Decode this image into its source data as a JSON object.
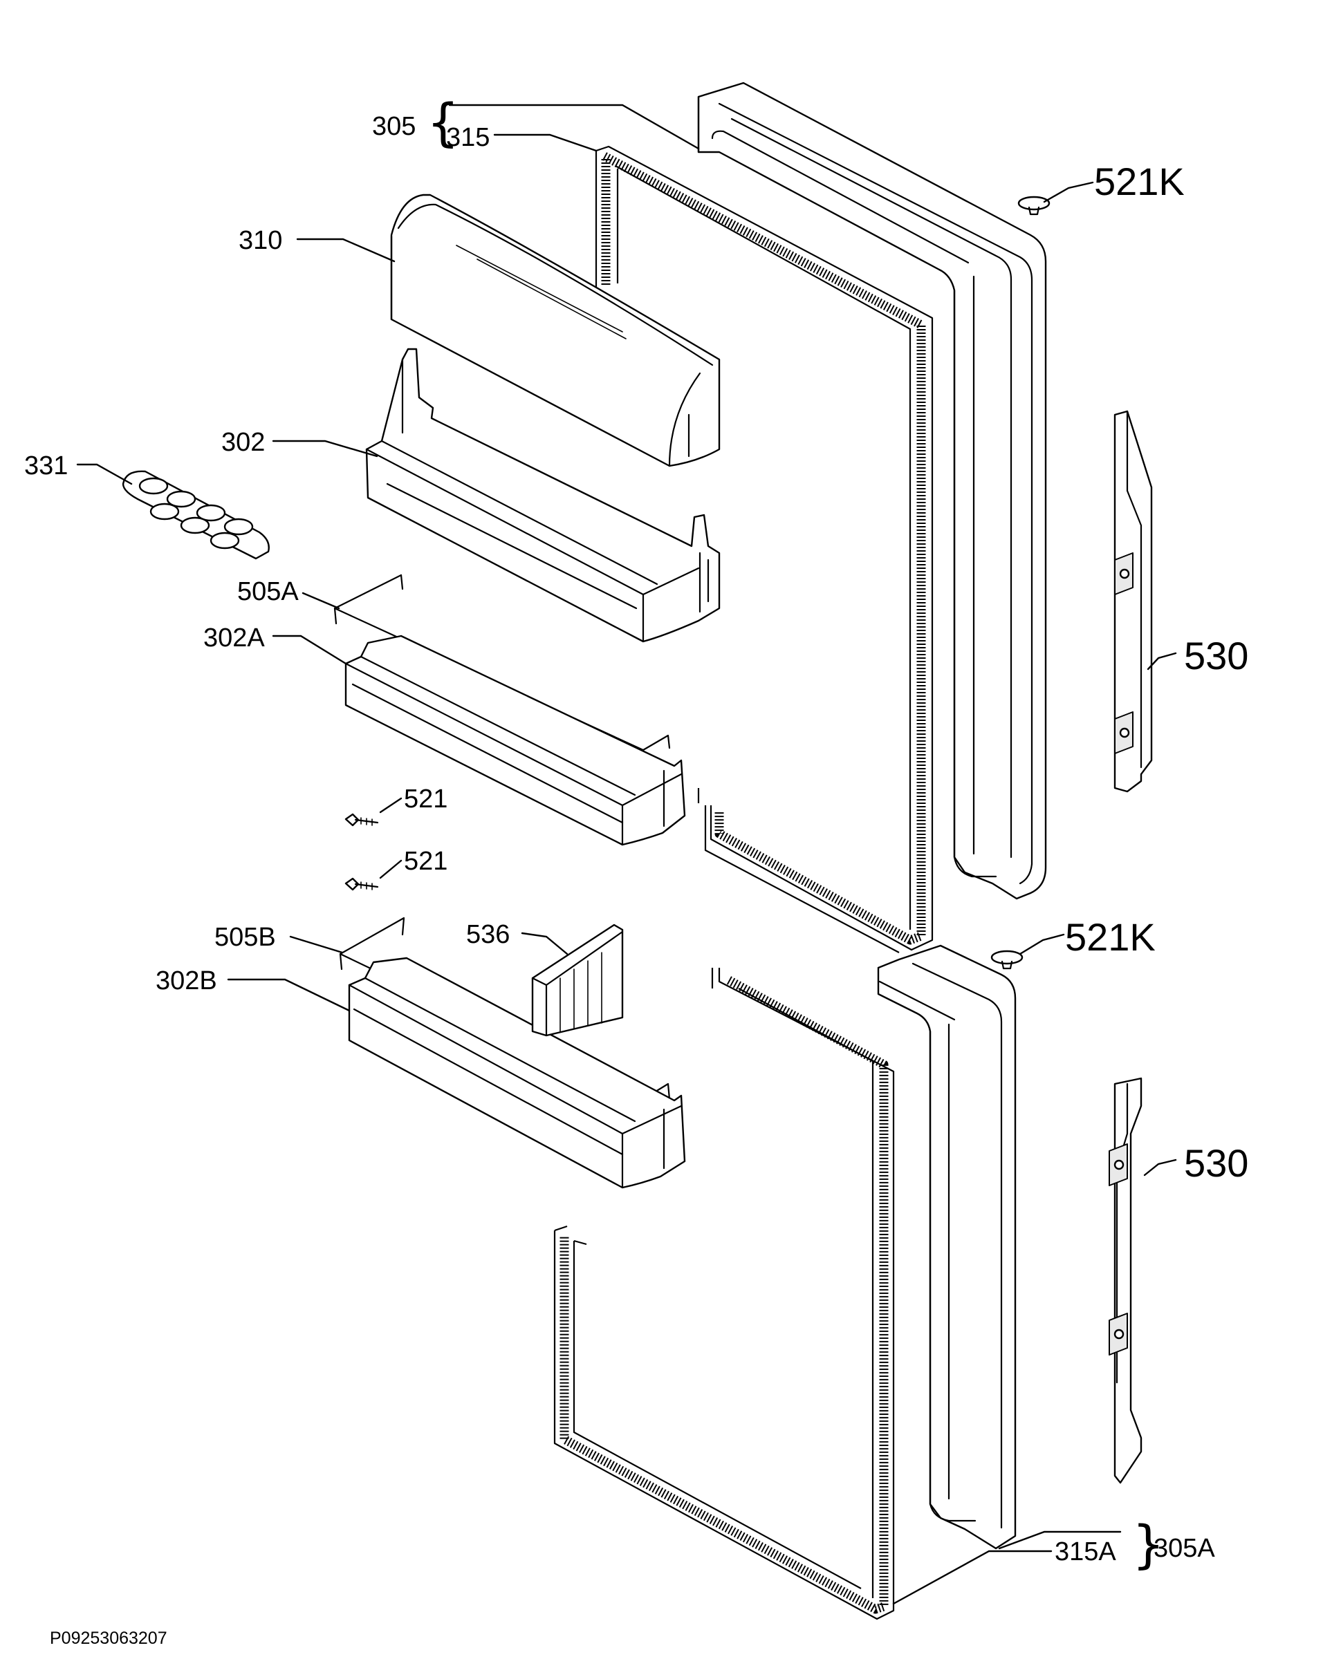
{
  "labels": {
    "p305": "305",
    "p315": "315",
    "p521k_top": "521K",
    "p310": "310",
    "p302": "302",
    "p331": "331",
    "p505a": "505A",
    "p302a": "302A",
    "p530_top": "530",
    "p521_a": "521",
    "p521_b": "521",
    "p505b": "505B",
    "p536": "536",
    "p521k_bottom": "521K",
    "p302b": "302B",
    "p530_bottom": "530",
    "p305a": "305A",
    "p315a": "315A"
  },
  "drawing_code": "P09253063207"
}
